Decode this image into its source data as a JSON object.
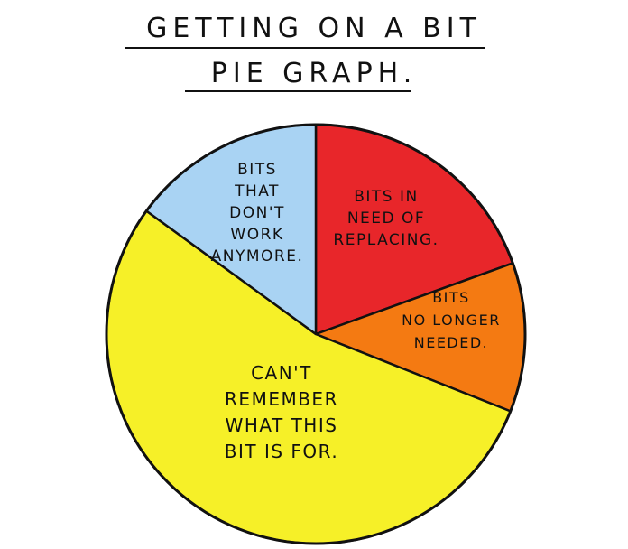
{
  "chart_data": {
    "type": "pie",
    "title": [
      "GETTING ON A BIT",
      "PIE GRAPH."
    ],
    "slices": [
      {
        "label": [
          "BITS IN",
          "NEED OF",
          "REPLACING."
        ],
        "value": 19.5,
        "color": "#e8262a"
      },
      {
        "label": [
          "BITS",
          "NO LONGER",
          "NEEDED."
        ],
        "value": 11.5,
        "color": "#f47a12"
      },
      {
        "label": [
          "CAN'T",
          "REMEMBER",
          "WHAT THIS",
          "BIT IS FOR."
        ],
        "value": 54.0,
        "color": "#f6f028"
      },
      {
        "label": [
          "BITS",
          "THAT",
          "DON'T",
          "WORK",
          "ANYMORE."
        ],
        "value": 15.0,
        "color": "#a9d3f3"
      }
    ],
    "legend": "none"
  }
}
